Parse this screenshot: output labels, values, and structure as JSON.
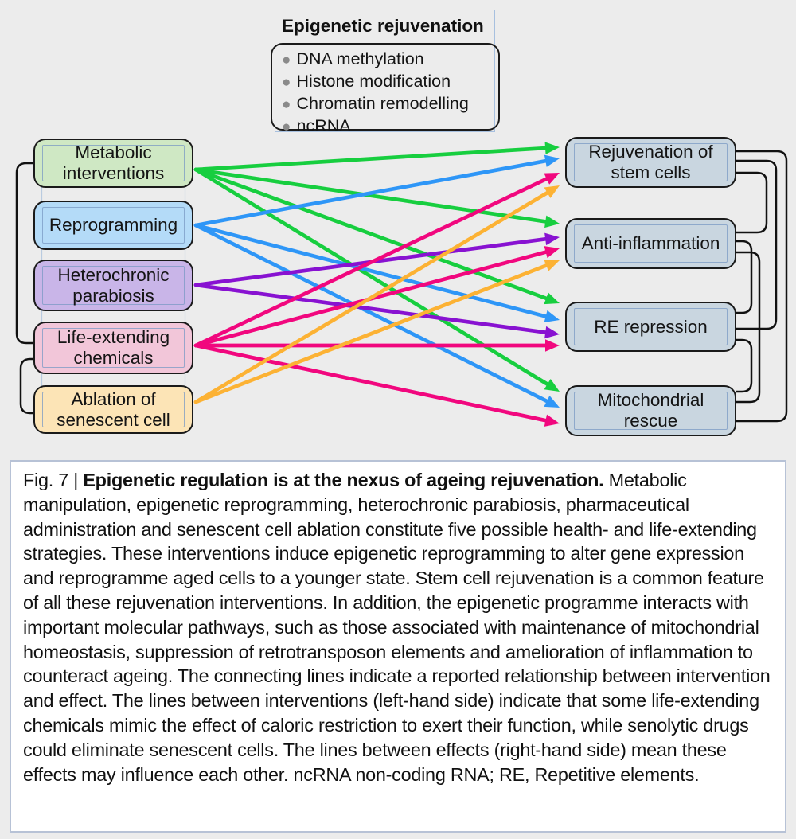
{
  "legend_panel": {
    "title": "Epigenetic rejuvenation",
    "items": [
      "DNA methylation",
      "Histone modification",
      "Chromatin remodelling",
      "ncRNA"
    ],
    "bullet_glyph": "●"
  },
  "interventions": [
    {
      "id": "metabolic",
      "label": "Metabolic interventions",
      "fill": "#cfe8c4",
      "arrow_color": "#17ce3f"
    },
    {
      "id": "reprogramming",
      "label": "Reprogramming",
      "fill": "#b4dbf8",
      "arrow_color": "#2e96f7"
    },
    {
      "id": "parabiosis",
      "label": "Heterochronic parabiosis",
      "fill": "#c9b5e8",
      "arrow_color": "#8812d1"
    },
    {
      "id": "chemicals",
      "label": "Life-extending chemicals",
      "fill": "#f2c6d9",
      "arrow_color": "#f1077e"
    },
    {
      "id": "ablation",
      "label": "Ablation of senescent cell",
      "fill": "#fce4b6",
      "arrow_color": "#fcb234"
    }
  ],
  "effects": [
    {
      "id": "stem_cells",
      "label": "Rejuvenation of stem cells"
    },
    {
      "id": "anti_inflammation",
      "label": "Anti-inflammation"
    },
    {
      "id": "re_repression",
      "label": "RE repression"
    },
    {
      "id": "mitochondrial_rescue",
      "label": "Mitochondrial rescue"
    }
  ],
  "connections": [
    {
      "from": "metabolic",
      "to": "stem_cells"
    },
    {
      "from": "metabolic",
      "to": "anti_inflammation"
    },
    {
      "from": "metabolic",
      "to": "re_repression"
    },
    {
      "from": "metabolic",
      "to": "mitochondrial_rescue"
    },
    {
      "from": "reprogramming",
      "to": "stem_cells"
    },
    {
      "from": "reprogramming",
      "to": "re_repression"
    },
    {
      "from": "reprogramming",
      "to": "mitochondrial_rescue"
    },
    {
      "from": "parabiosis",
      "to": "anti_inflammation"
    },
    {
      "from": "parabiosis",
      "to": "re_repression"
    },
    {
      "from": "chemicals",
      "to": "stem_cells"
    },
    {
      "from": "chemicals",
      "to": "anti_inflammation"
    },
    {
      "from": "chemicals",
      "to": "re_repression"
    },
    {
      "from": "chemicals",
      "to": "mitochondrial_rescue"
    },
    {
      "from": "ablation",
      "to": "stem_cells"
    },
    {
      "from": "ablation",
      "to": "anti_inflammation"
    }
  ],
  "intervention_links": [
    {
      "from": "metabolic",
      "to": "chemicals"
    },
    {
      "from": "chemicals",
      "to": "ablation"
    }
  ],
  "effect_links": [
    {
      "from": "stem_cells",
      "to": "anti_inflammation"
    },
    {
      "from": "stem_cells",
      "to": "re_repression"
    },
    {
      "from": "stem_cells",
      "to": "mitochondrial_rescue"
    },
    {
      "from": "anti_inflammation",
      "to": "re_repression"
    },
    {
      "from": "anti_inflammation",
      "to": "mitochondrial_rescue"
    },
    {
      "from": "re_repression",
      "to": "mitochondrial_rescue"
    }
  ],
  "caption": {
    "fig_label": "Fig. 7 | ",
    "bold_title": "Epigenetic regulation is at the nexus of ageing rejuvenation.",
    "body": " Metabolic manipulation, epigenetic reprogramming, heterochronic parabiosis, pharmaceutical administration and senescent cell ablation constitute five possible health- and life-extending strategies. These interventions induce epigenetic reprogramming to alter gene expression and reprogramme aged cells to a younger state. Stem cell rejuvenation is a common feature of all these rejuvenation interventions. In addition, the epigenetic programme interacts with important molecular pathways, such as those associated with maintenance of mitochondrial homeostasis, suppression of retrotransposon elements and amelioration of inflammation to counteract ageing. The connecting lines indicate a reported relationship between intervention and effect. The lines between interventions (left-hand side) indicate that some life-extending chemicals mimic the effect of caloric restriction to exert their function, while senolytic drugs could eliminate senescent cells. The lines between effects (right-hand side) mean these effects may influence each other. ncRNA non-coding RNA; RE, Repetitive elements."
  },
  "palette": {
    "background": "#ececec",
    "caption_bg": "#ffffff",
    "caption_border": "#b7c2d6",
    "box_border": "#1a1a1a",
    "inner_frame": "#7a99c4",
    "effect_fill": "#c9d6e0",
    "link_line": "#111111",
    "legend_border": "#a7c0df",
    "bullet": "#8a8a8a",
    "column_guide": "#b9cbe0"
  }
}
